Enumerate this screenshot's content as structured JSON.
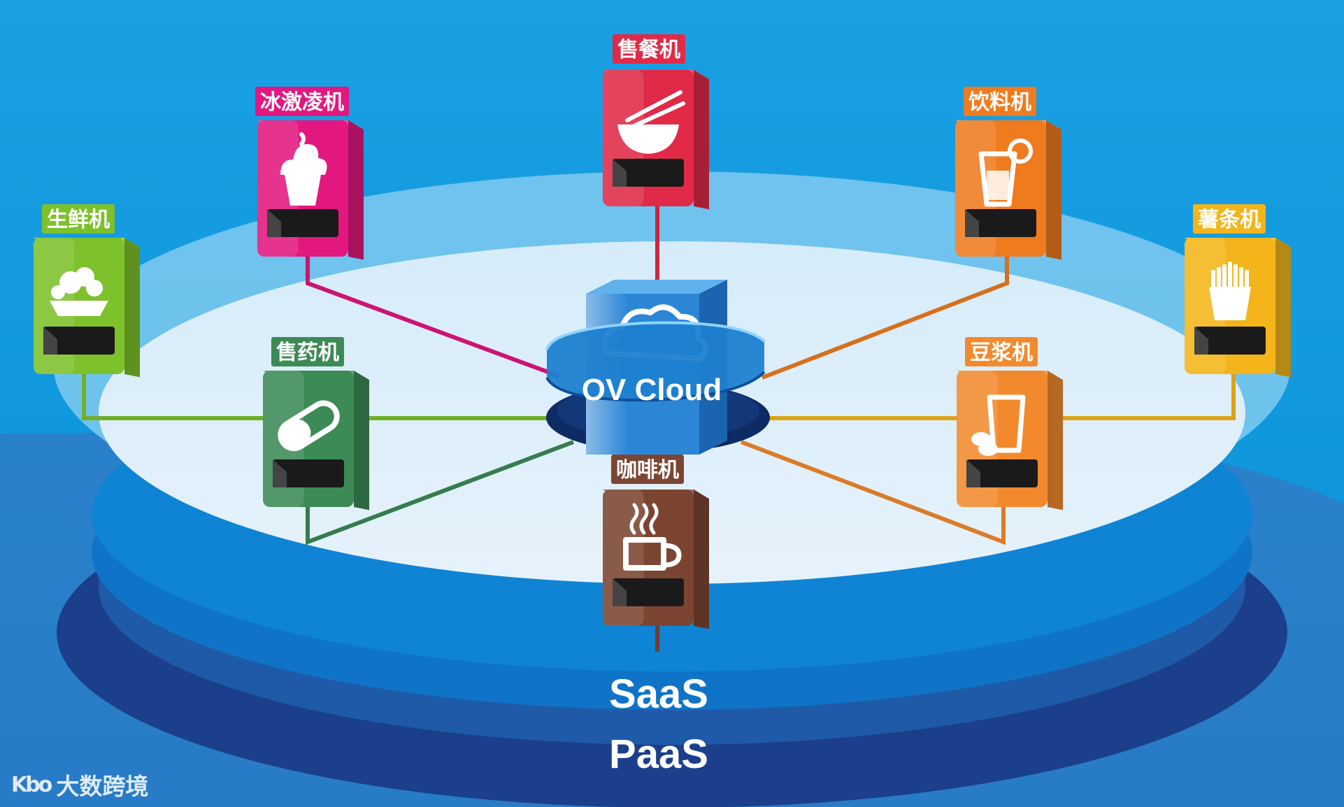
{
  "platform": {
    "cloud_label": "OV Cloud",
    "layers": [
      {
        "label": "SaaS"
      },
      {
        "label": "PaaS"
      }
    ]
  },
  "colors": {
    "fresh": "#7dc12b",
    "icecream": "#e2177f",
    "meal": "#e02a47",
    "drink": "#ef7b1f",
    "fries": "#f3b51a",
    "medicine": "#3c8a56",
    "soymilk": "#f28a2d",
    "coffee": "#7c4532",
    "cloud": "#1e7fd0"
  },
  "machines": [
    {
      "id": "fresh",
      "label": "生鲜机",
      "icon": "vegetable-basket-icon"
    },
    {
      "id": "icecream",
      "label": "冰激凌机",
      "icon": "ice-cream-icon"
    },
    {
      "id": "meal",
      "label": "售餐机",
      "icon": "rice-bowl-chopsticks-icon"
    },
    {
      "id": "drink",
      "label": "饮料机",
      "icon": "juice-glass-icon"
    },
    {
      "id": "fries",
      "label": "薯条机",
      "icon": "french-fries-icon"
    },
    {
      "id": "medicine",
      "label": "售药机",
      "icon": "pill-capsule-icon"
    },
    {
      "id": "soymilk",
      "label": "豆浆机",
      "icon": "soy-milk-cup-icon"
    },
    {
      "id": "coffee",
      "label": "咖啡机",
      "icon": "coffee-cup-icon"
    }
  ],
  "watermark": {
    "logo": "Kbo",
    "text": "大数跨境"
  }
}
